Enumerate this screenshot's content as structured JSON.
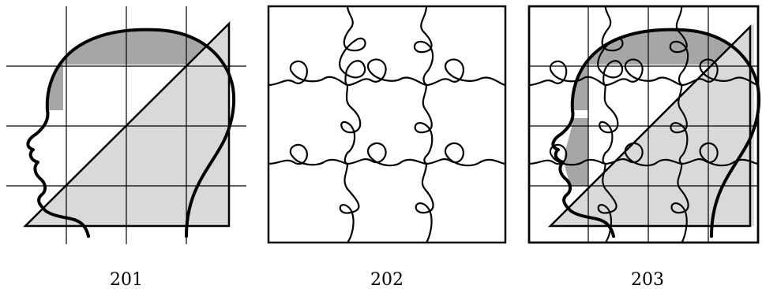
{
  "figures": [
    {
      "label": "201"
    },
    {
      "label": "202"
    },
    {
      "label": "203"
    }
  ],
  "colors": {
    "light_fill": "#d9d9d9",
    "dark_fill": "#a6a6a6",
    "ink": "#000000",
    "paper": "#ffffff"
  }
}
